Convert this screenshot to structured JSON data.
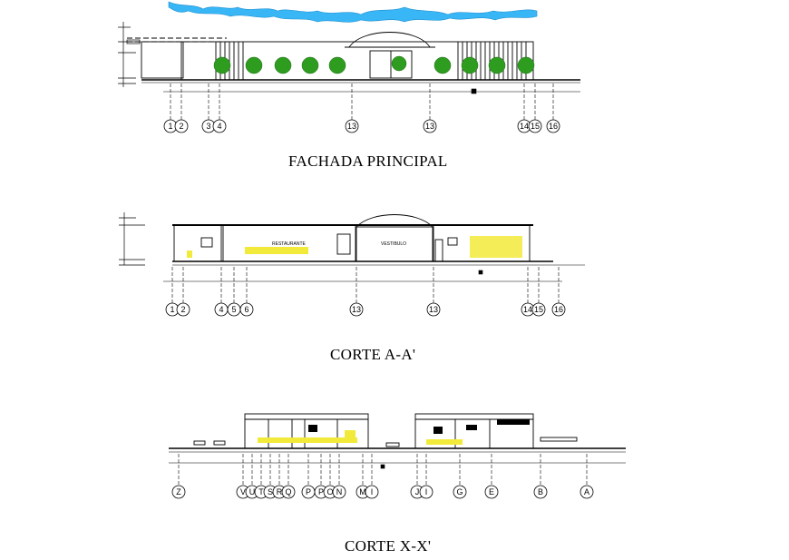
{
  "drawing": {
    "sections": [
      {
        "title": "FACHADA PRINCIPAL",
        "grid_labels": [
          "1",
          "2",
          "3",
          "4",
          "13",
          "13",
          "14",
          "15",
          "16"
        ]
      },
      {
        "title": "CORTE A-A'",
        "grid_labels": [
          "1",
          "2",
          "4",
          "5",
          "6",
          "13",
          "13",
          "14",
          "15",
          "16"
        ],
        "room_labels": [
          "RESTAURANTE",
          "VESTIBULO"
        ]
      },
      {
        "title": "CORTE X-X'",
        "grid_labels": [
          "Z",
          "V",
          "U",
          "T",
          "S",
          "R",
          "Q",
          "P",
          "P",
          "O",
          "N",
          "M",
          "I",
          "J",
          "I",
          "G",
          "E",
          "B",
          "A"
        ]
      }
    ],
    "colors": {
      "line": "#000000",
      "tree": "#2e9d1f",
      "furniture": "#f2ea3a",
      "sky": "#38b6f5"
    }
  }
}
